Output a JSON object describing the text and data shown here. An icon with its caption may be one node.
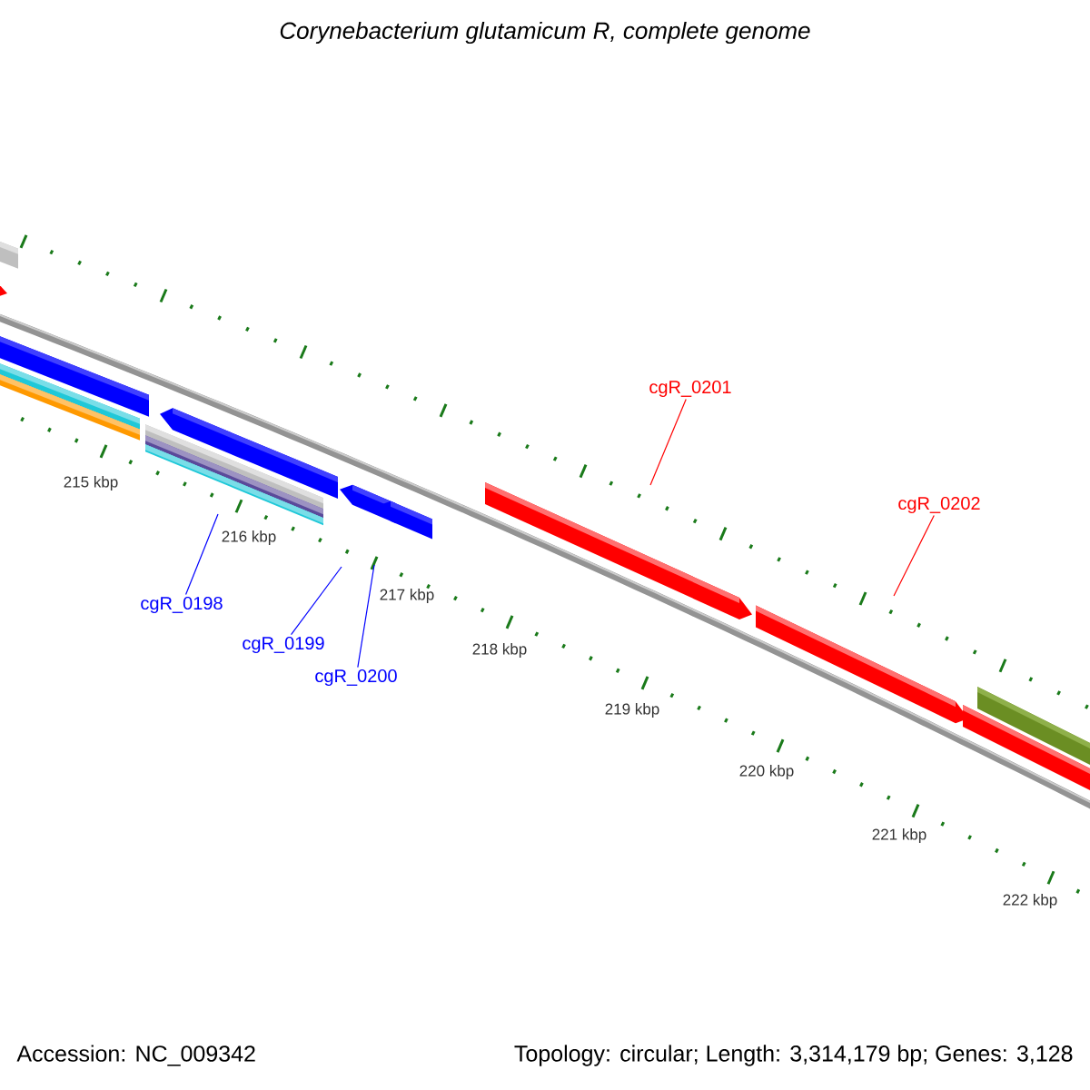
{
  "diagram": {
    "title": "Corynebacterium glutamicum R, complete genome",
    "nodes": [
      {
        "text": [
          "cgR_0198"
        ]
      },
      {
        "text": [
          "cgR_0199"
        ]
      },
      {
        "text": [
          "cgR_0200"
        ]
      },
      {
        "text": [
          "cgR_0201"
        ]
      },
      {
        "text": [
          "cgR_0202"
        ]
      }
    ],
    "edges": [
      {
        "from": 0,
        "to": null,
        "arrow": "none"
      },
      {
        "from": 1,
        "to": null,
        "arrow": "none"
      },
      {
        "from": 2,
        "to": null,
        "arrow": "none"
      },
      {
        "from": 3,
        "to": null,
        "arrow": "none",
        "color": "#ff0000"
      },
      {
        "from": 4,
        "to": null,
        "arrow": "none",
        "color": "#ff0000"
      }
    ],
    "labels": [
      "215 kbp",
      "216 kbp",
      "217 kbp",
      "218 kbp",
      "219 kbp",
      "220 kbp",
      "221 kbp",
      "222 kbp",
      "Accession: NC_009342",
      "Topology: circular; Length: 3,314,179 bp; Genes: 3,128"
    ]
  }
}
